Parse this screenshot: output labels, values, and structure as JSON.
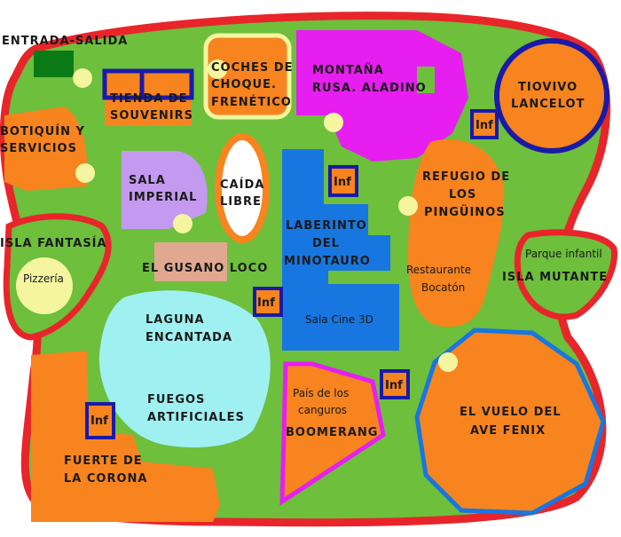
{
  "map": {
    "colors": {
      "grass": "#6dbf3c",
      "border": "#e8252a",
      "ride": "#f7841f",
      "water": "#9ff0f0",
      "maze": "#1876e0",
      "coaster": "#e61ef0",
      "imperial": "#c49af0",
      "worm": "#e0a890",
      "info": "#1a1aa8",
      "entrance": "#0a7a16",
      "lamp": "#f5f5a0"
    },
    "labels": {
      "entrance": "ENTRADA-SALIDA",
      "souvenirs": [
        "TIENDA DE",
        "SOUVENIRS"
      ],
      "bumper": [
        "COCHES DE",
        "CHOQUE.",
        "FRENÉTICO"
      ],
      "coaster": [
        "MONTAÑA",
        "RUSA. ALADINO"
      ],
      "carousel": [
        "TIOVIVO",
        "LANCELOT"
      ],
      "firstaid": [
        "BOTIQUÍN Y",
        "SERVICIOS"
      ],
      "imperial": [
        "SALA",
        "IMPERIAL"
      ],
      "freefall": [
        "CAÍDA",
        "LIBRE"
      ],
      "maze": [
        "LABERINTO",
        "DEL",
        "MINOTAURO"
      ],
      "penguins": [
        "REFUGIO DE",
        "LOS",
        "PINGÜINOS"
      ],
      "fantasy": "ISLA FANTASÍA",
      "pizzeria": "Pizzería",
      "worm": "EL GUSANO LOCO",
      "restaurant": "Restaurante",
      "restaurant_name": "Bocatón",
      "playground": "Parque infantil",
      "mutant": "ISLA MUTANTE",
      "lagoon": [
        "LAGUNA",
        "ENCANTADA"
      ],
      "cinema": "Sala Cine 3D",
      "fireworks": [
        "FUEGOS",
        "ARTIFICIALES"
      ],
      "kangaroo": [
        "País de los",
        "canguros"
      ],
      "boomerang": "BOOMERANG",
      "phoenix": [
        "EL VUELO DEL",
        "AVE FENIX"
      ],
      "fort": [
        "FUERTE DE",
        "LA CORONA"
      ],
      "info": "Inf"
    }
  }
}
